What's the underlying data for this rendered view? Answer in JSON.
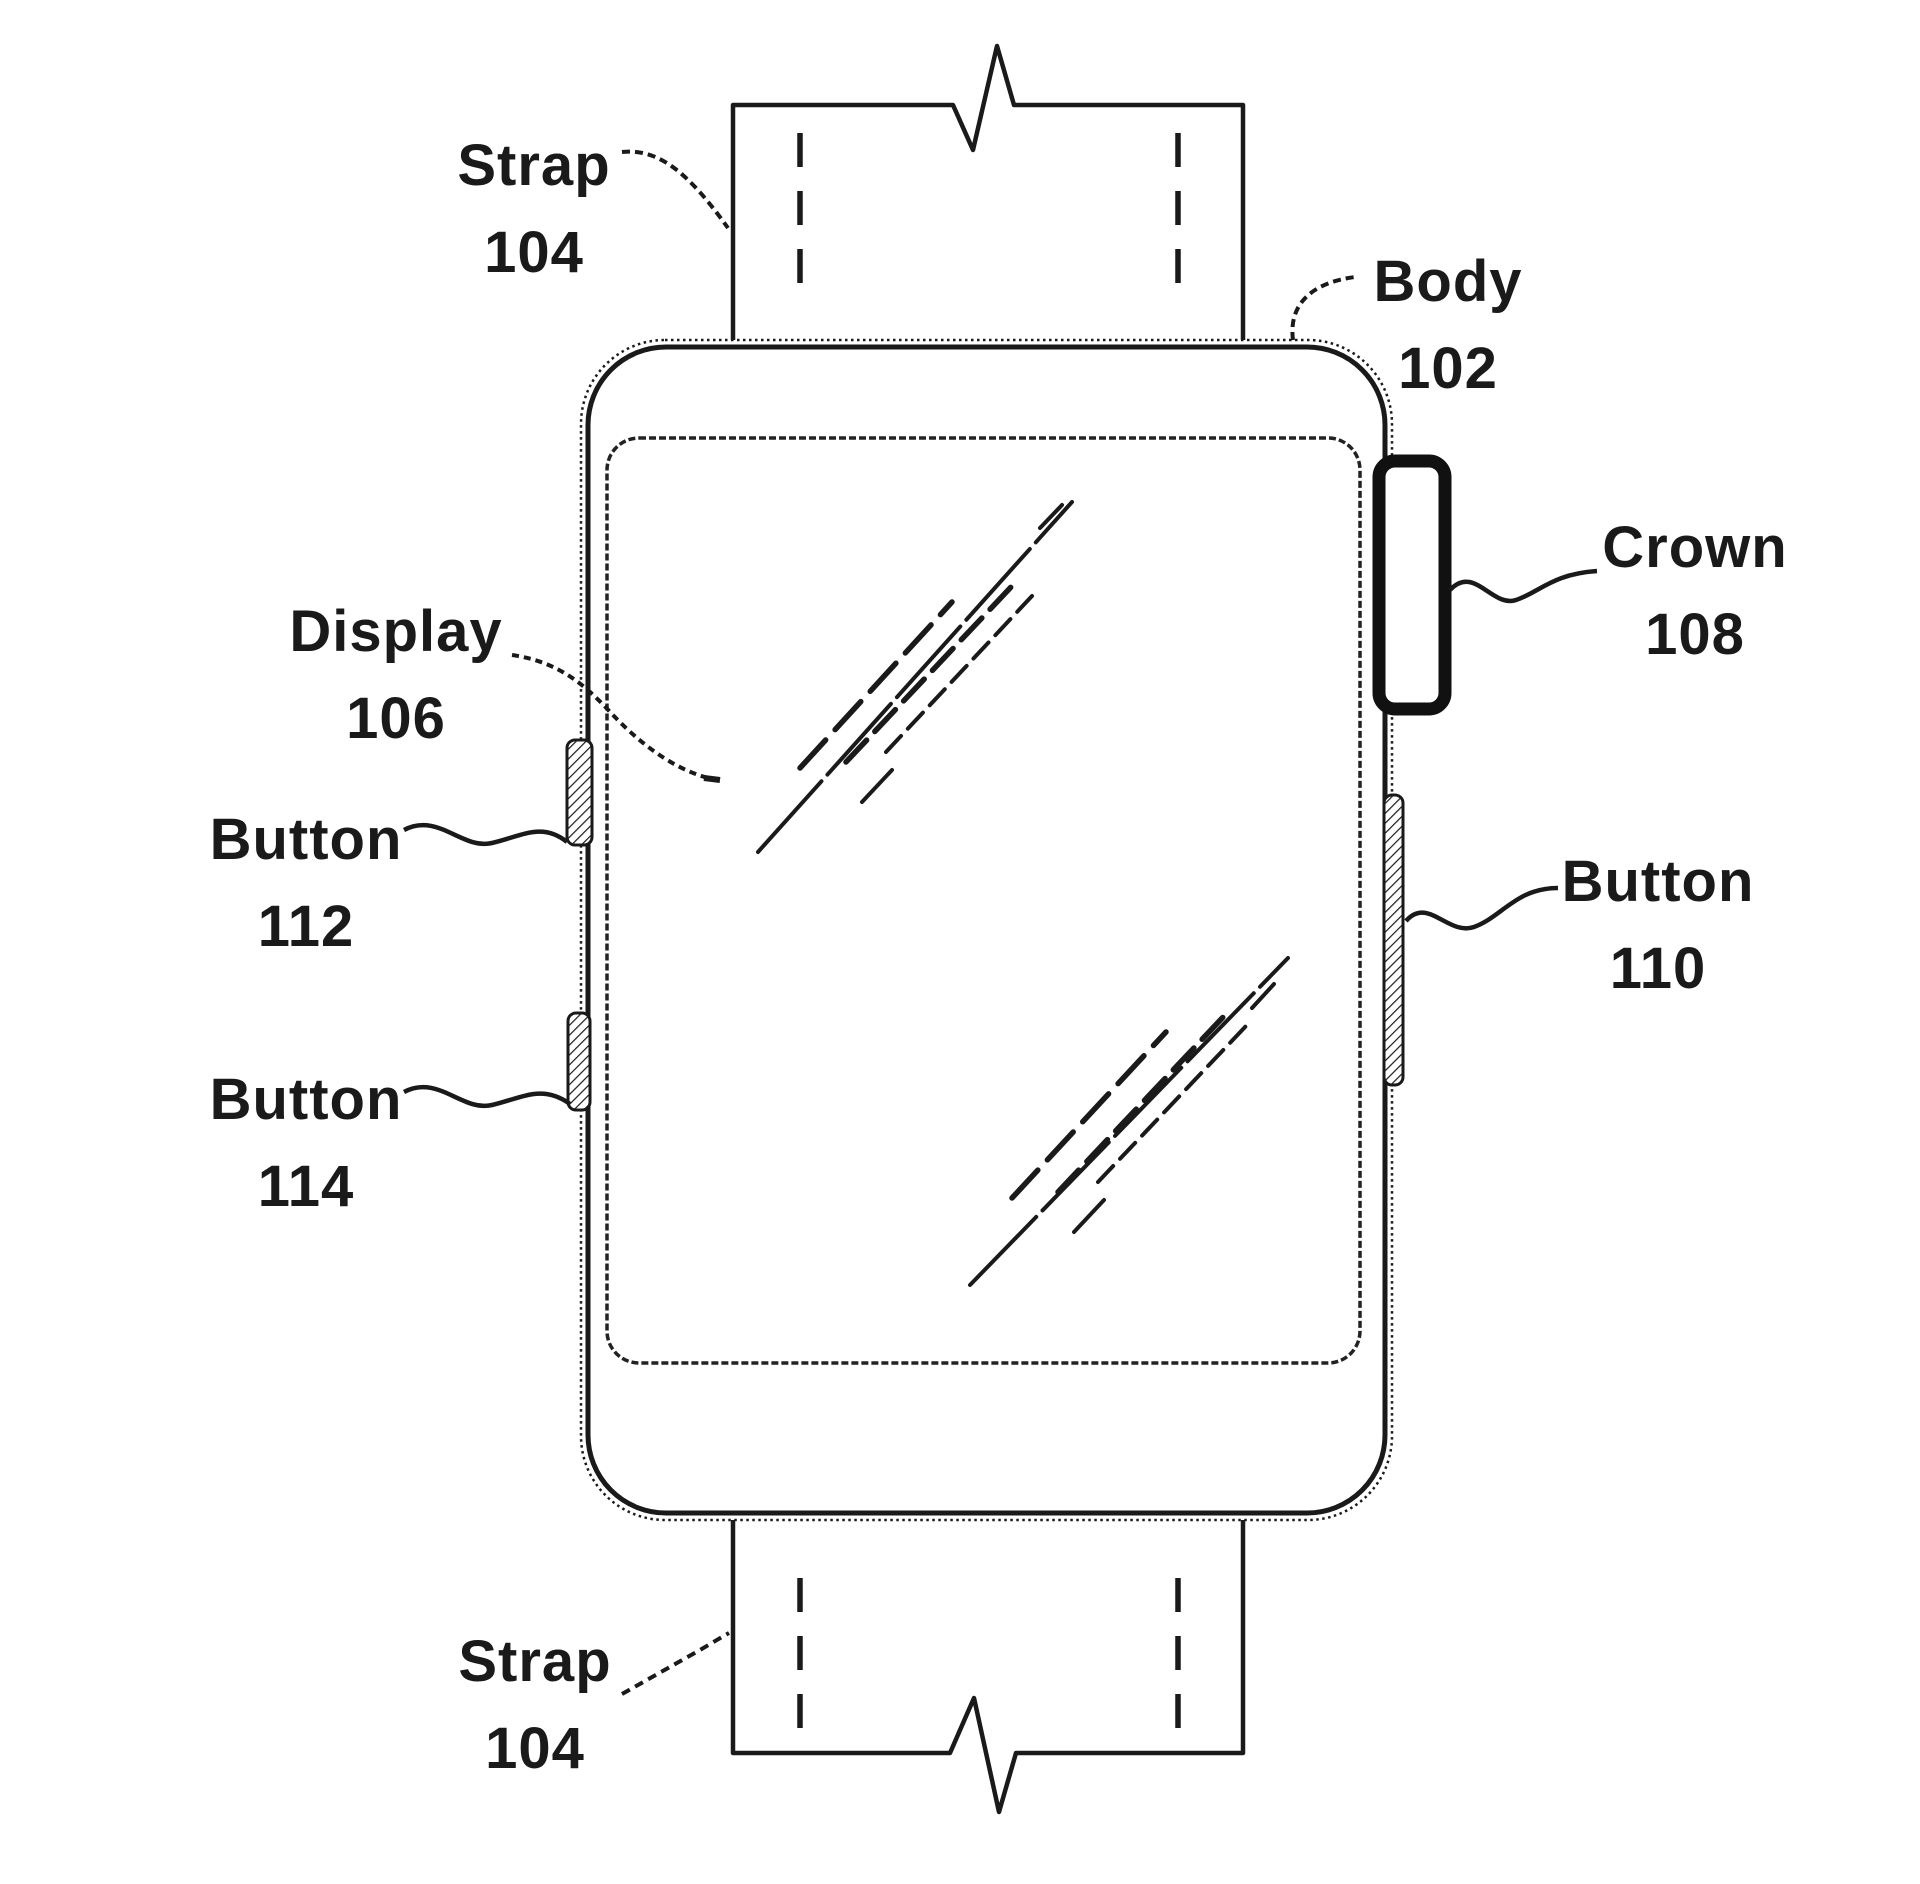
{
  "figure": {
    "type": "patent-style smartwatch diagram",
    "colors": {
      "ink": "#1a1a1a",
      "paper": "#ffffff"
    },
    "labels": {
      "strap_top": {
        "name": "Strap",
        "ref": "104"
      },
      "body": {
        "name": "Body",
        "ref": "102"
      },
      "crown": {
        "name": "Crown",
        "ref": "108"
      },
      "display": {
        "name": "Display",
        "ref": "106"
      },
      "button_left_upper": {
        "name": "Button",
        "ref": "112"
      },
      "button_left_lower": {
        "name": "Button",
        "ref": "114"
      },
      "button_right": {
        "name": "Button",
        "ref": "110"
      },
      "strap_bottom": {
        "name": "Strap",
        "ref": "104"
      }
    }
  }
}
